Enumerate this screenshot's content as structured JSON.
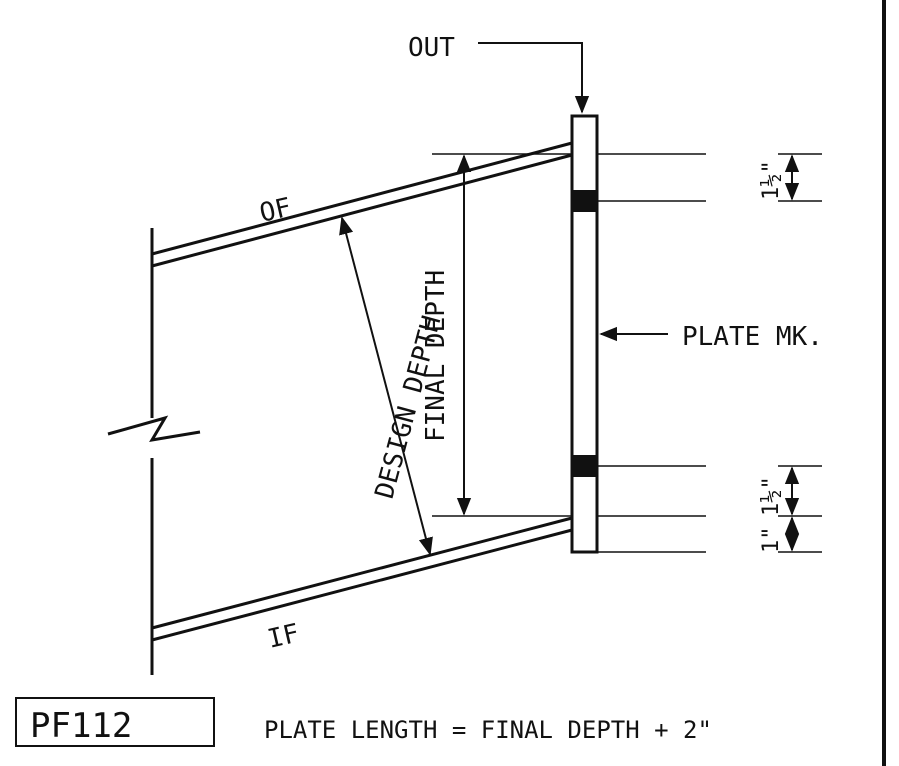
{
  "labels": {
    "out": "OUT",
    "of": "OF",
    "if": "IF",
    "design_depth": "DESIGN DEPTH",
    "final_depth": "FINAL DEPTH",
    "plate_mark": "PLATE MK.",
    "dim_top": "1½\"",
    "dim_bottom_a": "1½\"",
    "dim_bottom_b": "1\"",
    "plate_code": "PF112",
    "plate_length": "PLATE LENGTH = FINAL DEPTH + 2\""
  },
  "colors": {
    "ink": "#111111",
    "paper": "#ffffff"
  }
}
